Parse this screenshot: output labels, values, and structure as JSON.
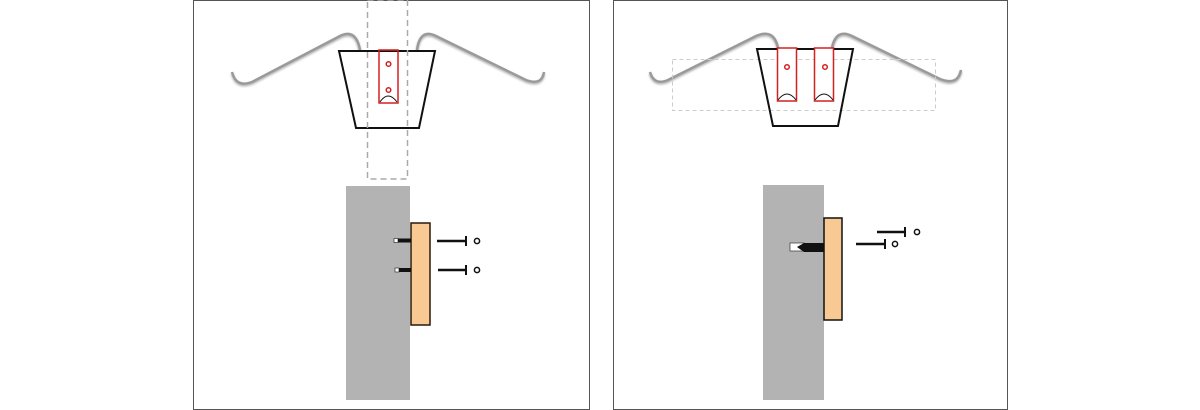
{
  "colors": {
    "wall": "#b3b3b3",
    "board": "#f9c994",
    "bracket": "#d42020",
    "outline": "#111111",
    "frame": "#555555",
    "guide": "#bbbbbb"
  },
  "panels": [
    {
      "id": "single-bracket",
      "screws": 2
    },
    {
      "id": "double-bracket",
      "screws": 2
    }
  ]
}
